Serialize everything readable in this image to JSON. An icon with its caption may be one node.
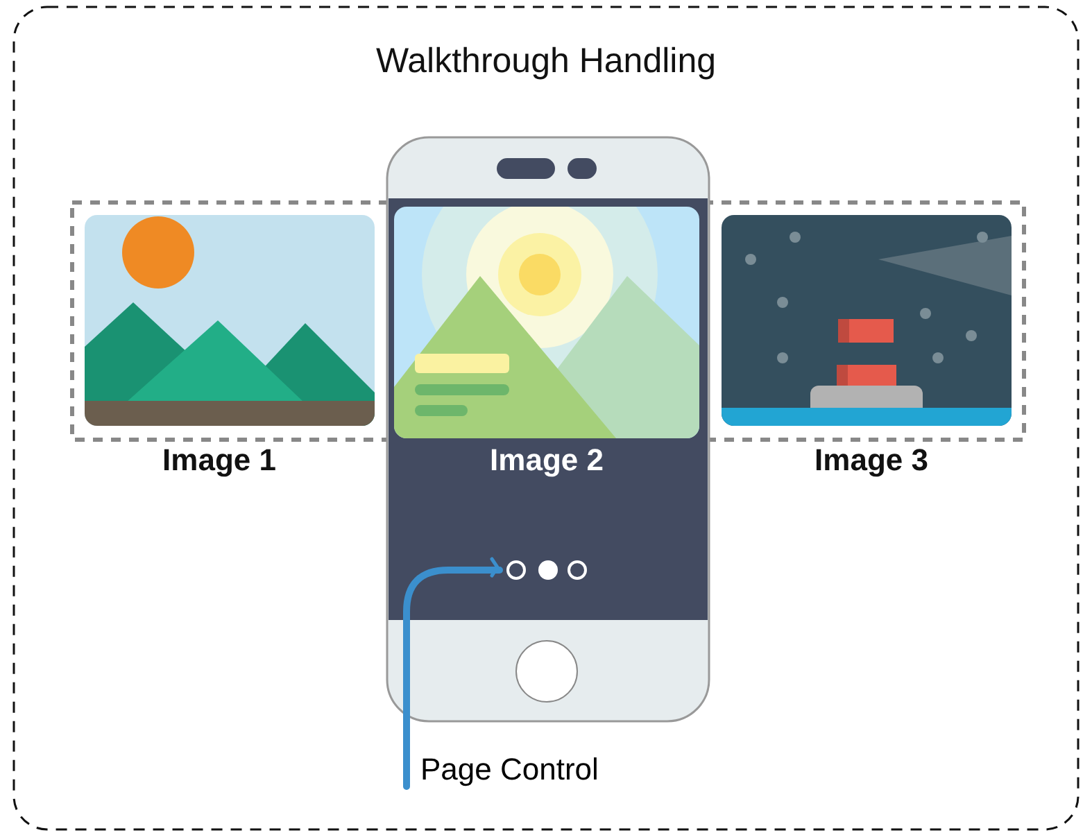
{
  "diagram": {
    "title": "Walkthrough Handling",
    "nodes": [
      {
        "text": [],
        "shape": "picture",
        "beside": [
          "Image 1"
        ]
      },
      {
        "text": [],
        "shape": "picture",
        "beside": [
          "Image 2"
        ]
      },
      {
        "text": [],
        "shape": "picture",
        "beside": [
          "Image 3"
        ]
      },
      {
        "text": [],
        "shape": "circle"
      },
      {
        "text": [
          "Page Control"
        ]
      }
    ],
    "edges": [
      {
        "from": 4,
        "to": 3,
        "arrow": "to"
      }
    ]
  }
}
